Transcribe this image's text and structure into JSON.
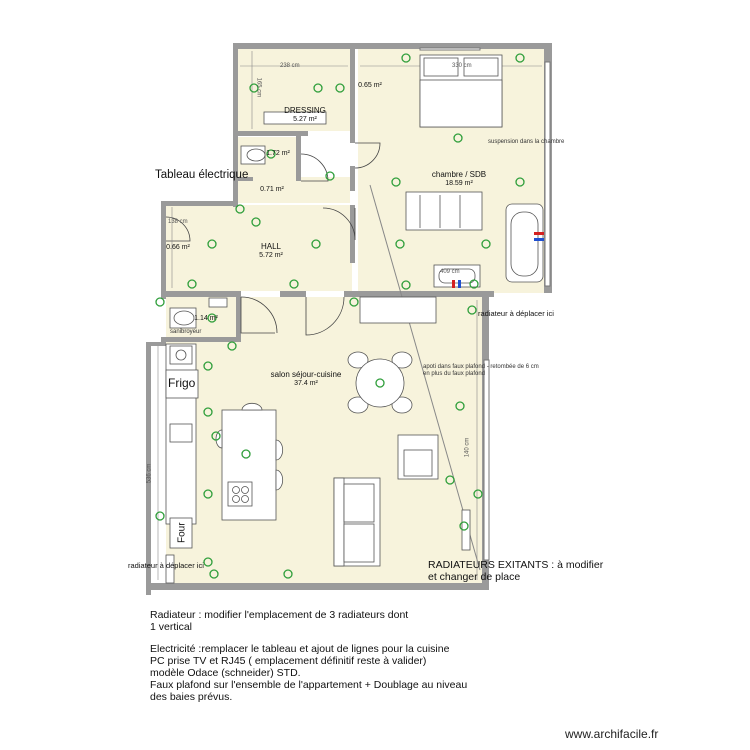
{
  "rooms": {
    "dressing": {
      "name": "DRESSING",
      "area": "5.27 m²"
    },
    "wc_upper": {
      "area": "1.72 m²"
    },
    "corridor": {
      "area": "0.71 m²"
    },
    "hall": {
      "name": "HALL",
      "area": "5.72 m²"
    },
    "hall_closet": {
      "area": "0.66 m²"
    },
    "bedroom": {
      "name": "chambre / SDB",
      "area": "18.59 m²"
    },
    "small_room": {
      "area": "0.65 m²"
    },
    "wc_lower": {
      "area": "1.14 m²"
    },
    "living": {
      "name": "salon séjour-cuisine",
      "area": "37.4 m²"
    }
  },
  "dimensions": {
    "dressing_width": "238 cm",
    "dressing_height": "165 cm",
    "bedroom_width": "330 cm",
    "hall_side": "138 cm",
    "living_height": "536 cm",
    "bath_width": "409 cm",
    "window_side": "140 cm"
  },
  "fixtures": {
    "fridge": "Frigo",
    "oven": "Four"
  },
  "annotations": {
    "tableau": "Tableau électrique",
    "suspension": "suspension dans la chambre",
    "radiator_move_right": "radiateur  à déplacer ici",
    "faux_plafond": "apoti dans faux plafond - retombée de 6 cm\nen plus du faux plafond",
    "radiator_move_left": "radiateur à déplacer ici",
    "sanibroyeur": "sanibroyeur",
    "radiateurs_existants": "RADIATEURS EXITANTS : à modifier\net changer de place"
  },
  "notes": {
    "radiateur": "Radiateur : modifier l'emplacement de 3 radiateurs dont\n1 vertical",
    "electricite": "Electricité :remplacer le tableau et ajout de lignes pour la cuisine\nPC  prise TV et RJ45 ( emplacement définitif reste à valider)\nmodèle Odace (schneider) STD.\nFaux plafond sur l'ensemble de l'appartement + Doublage au niveau\ndes baies prévus."
  },
  "footer": {
    "brand": "www.archifacile.fr"
  },
  "colors": {
    "floor": "#f7f3dc",
    "wall": "#9a9a9a",
    "outlet": "#2e9e3a",
    "radiator_hot": "#d32020",
    "radiator_cold": "#1f4fd0",
    "text": "#111111"
  }
}
